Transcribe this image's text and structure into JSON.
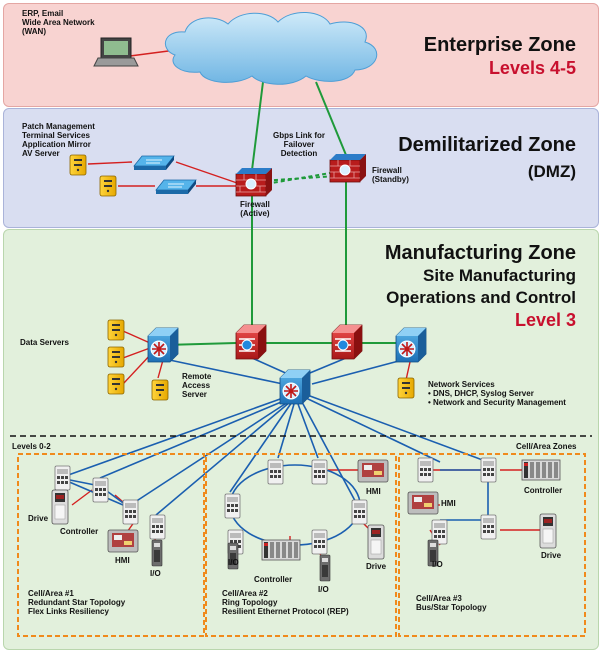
{
  "zones": {
    "enterprise": {
      "title": "Enterprise Zone",
      "levels": "Levels 4-5"
    },
    "dmz": {
      "title": "Demilitarized Zone",
      "subtitle": "(DMZ)"
    },
    "manufacturing": {
      "title": "Manufacturing Zone",
      "line2": "Site Manufacturing",
      "line3": "Operations and Control",
      "level": "Level 3"
    }
  },
  "labels": {
    "wan": [
      "ERP, Email",
      "Wide Area Network",
      "(WAN)"
    ],
    "patch": [
      "Patch Management",
      "Terminal Services",
      "Application Mirror",
      "AV Server"
    ],
    "gbps": [
      "Gbps Link for",
      "Failover",
      "Detection"
    ],
    "fw_standby": [
      "Firewall",
      "(Standby)"
    ],
    "fw_active": [
      "Firewall",
      "(Active)"
    ],
    "data_servers": "Data Servers",
    "remote_access": [
      "Remote",
      "Access",
      "Server"
    ],
    "network_services": [
      "Network Services",
      "• DNS, DHCP, Syslog Server",
      "• Network and Security Management"
    ],
    "levels_02": "Levels 0-2",
    "cell_zones": "Cell/Area Zones",
    "drive1": "Drive",
    "controller1": "Controller",
    "hmi1": "HMI",
    "io1": "I/O",
    "cell1": [
      "Cell/Area #1",
      "Redundant Star Topology",
      "Flex Links Resiliency"
    ],
    "hmi2": "HMI",
    "io2": "I/O",
    "controller2": "Controller",
    "io2b": "I/O",
    "drive2": "Drive",
    "cell2": [
      "Cell/Area #2",
      "Ring Topology",
      "Resilient Ethernet Protocol (REP)"
    ],
    "controller3": "Controller",
    "hmi3": "HMI",
    "io3": "I/O",
    "drive3": "Drive",
    "cell3": [
      "Cell/Area #3",
      "Bus/Star Topology"
    ]
  },
  "colors": {
    "enterprise_bg": "#f8d3d1",
    "dmz_bg": "#d9def1",
    "mfg_bg": "#e2f0dc",
    "link_green": "#1f9a3a",
    "link_blue": "#1b5fb0",
    "link_red": "#d42020",
    "cell_border": "#f08a1c",
    "level_red": "#c8102e"
  },
  "icons": [
    "cloud-icon",
    "laptop-icon",
    "server-icon",
    "switch-icon",
    "firewall-icon",
    "router-icon",
    "controller-icon",
    "hmi-icon",
    "io-icon",
    "drive-icon"
  ]
}
